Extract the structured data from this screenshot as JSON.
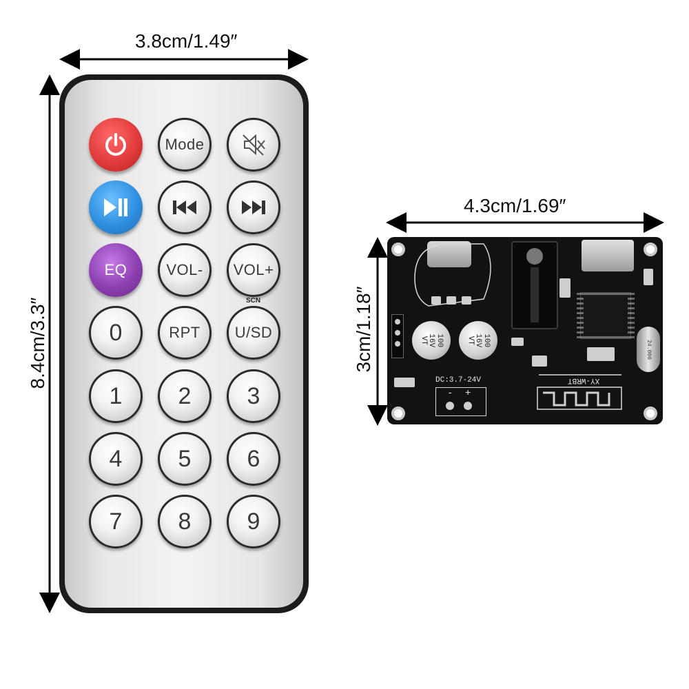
{
  "dimensions": {
    "remote_width": "3.8cm/1.49″",
    "remote_height": "8.4cm/3.3″",
    "board_width": "4.3cm/1.69″",
    "board_height": "3cm/1.18″"
  },
  "remote": {
    "buttons": {
      "power": "power-icon",
      "mode": "Mode",
      "mute": "mute-icon",
      "play_pause": "play-pause-icon",
      "prev": "previous-icon",
      "next": "next-icon",
      "eq": "EQ",
      "vol_down": "VOL-",
      "vol_up": "VOL+",
      "zero": "0",
      "rpt": "RPT",
      "usd": "U/SD",
      "one": "1",
      "two": "2",
      "three": "3",
      "four": "4",
      "five": "5",
      "six": "6",
      "seven": "7",
      "eight": "8",
      "nine": "9"
    },
    "scn_label": "SCN",
    "colors": {
      "power": "#e23b3b",
      "play_pause": "#2f8fe0",
      "eq": "#8d3fb0"
    }
  },
  "board": {
    "cap1_value": "100",
    "cap1_voltage": "16V",
    "cap1_series": "VT",
    "cap2_value": "100",
    "cap2_voltage": "16V",
    "cap2_series": "VT",
    "dc_label": "DC:3.7-24V",
    "model_label": "XY-WRBT",
    "minus": "-",
    "plus": "+",
    "crystal": "24.000"
  }
}
